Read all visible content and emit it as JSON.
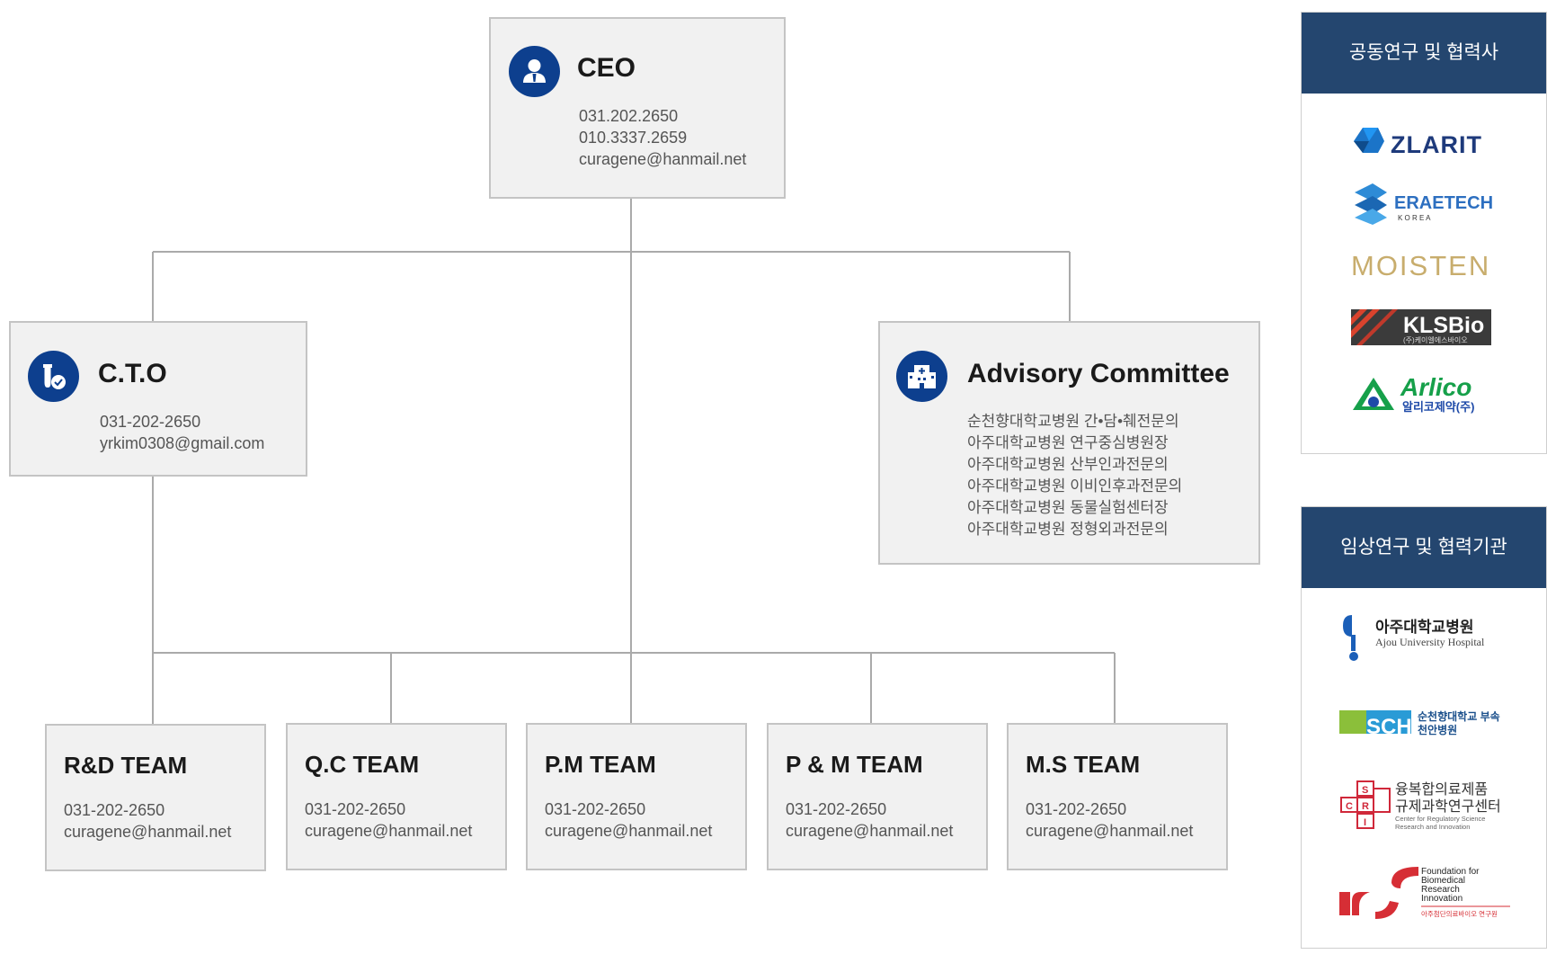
{
  "ceo": {
    "title": "CEO",
    "phone1": "031.202.2650",
    "phone2": "010.3337.2659",
    "email": "curagene@hanmail.net"
  },
  "cto": {
    "title": "C.T.O",
    "phone": "031-202-2650",
    "email": "yrkim0308@gmail.com"
  },
  "advisory": {
    "title": "Advisory Committee",
    "members": [
      "순천향대학교병원 간•담•췌전문의",
      "아주대학교병원 연구중심병원장",
      "아주대학교병원 산부인과전문의",
      "아주대학교병원 이비인후과전문의",
      "아주대학교병원 동물실험센터장",
      "아주대학교병원 정형외과전문의"
    ]
  },
  "teams": [
    {
      "title": "R&D TEAM",
      "phone": "031-202-2650",
      "email": "curagene@hanmail.net"
    },
    {
      "title": "Q.C TEAM",
      "phone": "031-202-2650",
      "email": "curagene@hanmail.net"
    },
    {
      "title": "P.M TEAM",
      "phone": "031-202-2650",
      "email": "curagene@hanmail.net"
    },
    {
      "title": "P & M TEAM",
      "phone": "031-202-2650",
      "email": "curagene@hanmail.net"
    },
    {
      "title": "M.S TEAM",
      "phone": "031-202-2650",
      "email": "curagene@hanmail.net"
    }
  ],
  "partners_research": {
    "heading": "공동연구 및 협력사",
    "logos": [
      {
        "icon": "zlarit-logo",
        "text": "ZLARIT"
      },
      {
        "icon": "eraetech-logo",
        "text": "ERAETECH",
        "sub": "K O R E A"
      },
      {
        "icon": "moisten-logo",
        "text": "MOISTEN"
      },
      {
        "icon": "klsbio-logo",
        "text": "KLSBio",
        "sub": "(주)케이엘에스바이오"
      },
      {
        "icon": "arlico-logo",
        "text": "Arlico",
        "sub": "알리코제약(주)"
      }
    ]
  },
  "partners_clinical": {
    "heading": "임상연구 및 협력기관",
    "logos": [
      {
        "icon": "ajou-hospital-logo",
        "text": "아주대학교병원",
        "sub": "Ajou University Hospital"
      },
      {
        "icon": "sch-hospital-logo",
        "text": "SCH",
        "sub": "순천향대학교 부속",
        "sub2": "천안병원"
      },
      {
        "icon": "crsi-logo",
        "text": "융복합의료제품",
        "sub": "규제과학연구센터",
        "sub2": "Center for Regulatory Science",
        "sub3": "Research and Innovation"
      },
      {
        "icon": "fbri-logo",
        "text": "Foundation for",
        "sub": "Biomedical",
        "sub2": "Research",
        "sub3": "Innovation",
        "sub4": "아주첨단의료바이오 연구원"
      }
    ]
  },
  "colors": {
    "icon_blue": "#0d3f8e",
    "panel_header": "#24466f",
    "box_bg": "#f1f1f1",
    "line": "#aaaaaa"
  }
}
